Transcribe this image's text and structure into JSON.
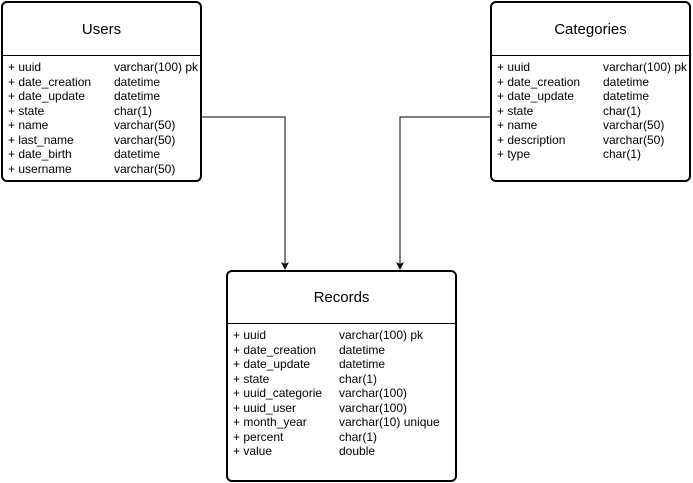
{
  "entities": [
    {
      "id": "users",
      "title": "Users",
      "fields": [
        {
          "name": "+ uuid",
          "type": "varchar(100) pk"
        },
        {
          "name": "+ date_creation",
          "type": "datetime"
        },
        {
          "name": "+ date_update",
          "type": "datetime"
        },
        {
          "name": "+ state",
          "type": "char(1)"
        },
        {
          "name": "+ name",
          "type": "varchar(50)"
        },
        {
          "name": "+ last_name",
          "type": "varchar(50)"
        },
        {
          "name": "+ date_birth",
          "type": "datetime"
        },
        {
          "name": "+ username",
          "type": "varchar(50)"
        }
      ]
    },
    {
      "id": "categories",
      "title": "Categories",
      "fields": [
        {
          "name": "+ uuid",
          "type": "varchar(100) pk"
        },
        {
          "name": "+ date_creation",
          "type": "datetime"
        },
        {
          "name": "+ date_update",
          "type": "datetime"
        },
        {
          "name": "+ state",
          "type": "char(1)"
        },
        {
          "name": "+ name",
          "type": "varchar(50)"
        },
        {
          "name": "+ description",
          "type": "varchar(50)"
        },
        {
          "name": "+ type",
          "type": "char(1)"
        }
      ]
    },
    {
      "id": "records",
      "title": "Records",
      "fields": [
        {
          "name": "+ uuid",
          "type": "varchar(100) pk"
        },
        {
          "name": "+ date_creation",
          "type": "datetime"
        },
        {
          "name": "+ date_update",
          "type": "datetime"
        },
        {
          "name": "+ state",
          "type": "char(1)"
        },
        {
          "name": "+ uuid_categorie",
          "type": "varchar(100)"
        },
        {
          "name": "+ uuid_user",
          "type": "varchar(100)"
        },
        {
          "name": "+ month_year",
          "type": "varchar(10) unique"
        },
        {
          "name": "+ percent",
          "type": "char(1)"
        },
        {
          "name": "+ value",
          "type": "double"
        }
      ]
    }
  ],
  "relations": [
    {
      "from": "users",
      "to": "records"
    },
    {
      "from": "categories",
      "to": "records"
    }
  ],
  "colors": {
    "line": "#000000",
    "background": "#ffffff"
  }
}
